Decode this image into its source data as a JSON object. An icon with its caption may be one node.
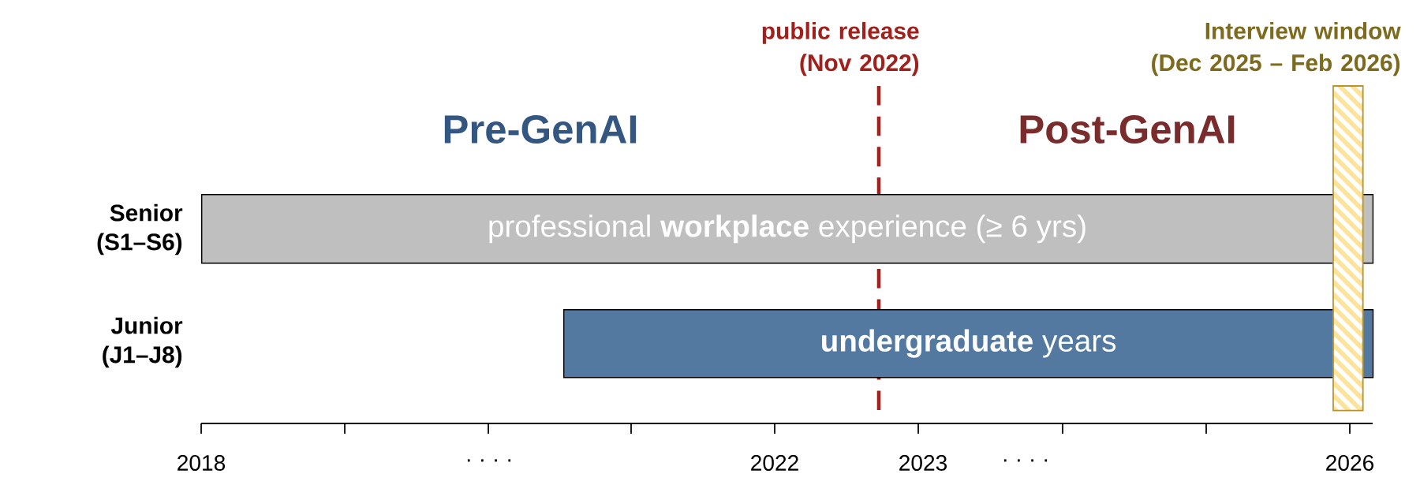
{
  "diagram": {
    "nodes": [
      {
        "text": [
          "professional **workplace** experience (≥ 6 yrs)"
        ]
      },
      {
        "text": [
          "**undergraduate** years"
        ]
      },
      {
        "text": [
          "Interview window (Dec 2025 – Feb 2026)"
        ]
      }
    ],
    "labels": [
      "public release (Nov 2022)",
      "Pre-GenAI",
      "Post-GenAI",
      "Senior (S1–S6)",
      "Junior (J1–J8)",
      "2018",
      "· · · ·",
      "2022",
      "2023",
      "· · · ·",
      "2026"
    ]
  }
}
